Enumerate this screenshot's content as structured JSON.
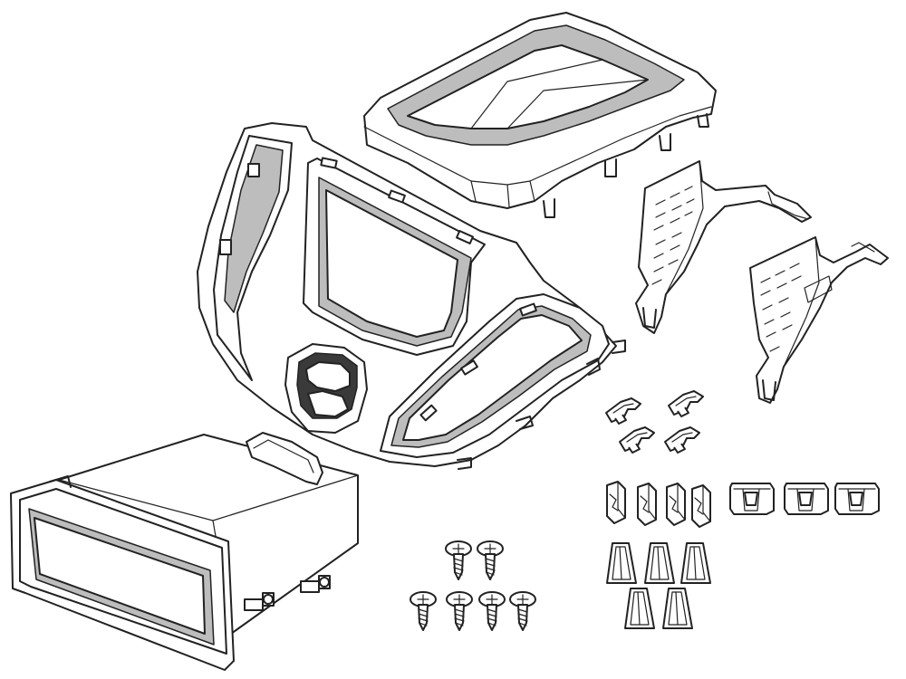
{
  "diagram": {
    "background": "#ffffff",
    "line_color": "#222222",
    "shade_color": "#bdbdbd",
    "parts": [
      {
        "name": "upper-dash-trim-bezel",
        "kind": "bezel"
      },
      {
        "name": "main-radio-faceplate",
        "kind": "faceplate"
      },
      {
        "name": "left-mounting-bracket",
        "kind": "bracket"
      },
      {
        "name": "right-mounting-bracket",
        "kind": "bracket"
      },
      {
        "name": "storage-pocket",
        "kind": "pocket"
      },
      {
        "name": "filler-cap",
        "kind": "cap"
      },
      {
        "name": "retaining-clips",
        "kind": "clip",
        "count": 4
      },
      {
        "name": "tinnerman-clips",
        "kind": "clip",
        "count": 4
      },
      {
        "name": "u-nuts",
        "kind": "clip",
        "count": 3
      },
      {
        "name": "push-clips",
        "kind": "clip",
        "count": 5
      },
      {
        "name": "screws",
        "kind": "screw",
        "count": 6
      }
    ]
  }
}
